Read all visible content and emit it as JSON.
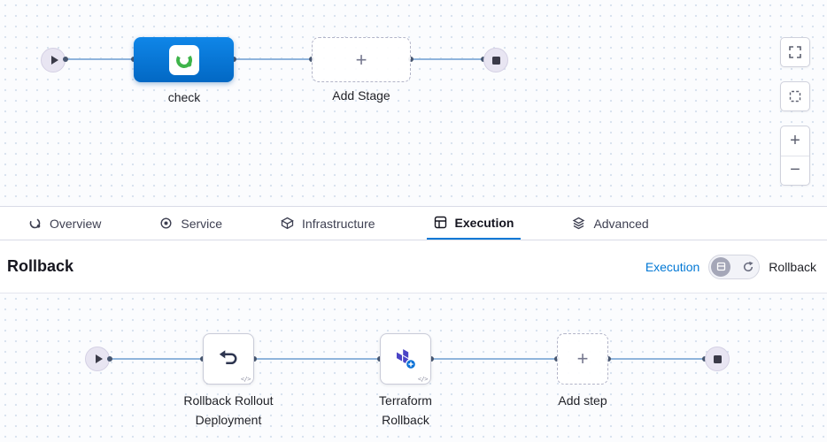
{
  "glyphs": {
    "plus": "+",
    "minus": "−",
    "code": "</>"
  },
  "top_canvas": {
    "stage_label": "check",
    "add_stage_label": "Add Stage"
  },
  "tabs": {
    "items": [
      {
        "label": "Overview"
      },
      {
        "label": "Service"
      },
      {
        "label": "Infrastructure"
      },
      {
        "label": "Execution"
      },
      {
        "label": "Advanced"
      }
    ],
    "active": "Execution"
  },
  "rollback_section": {
    "title": "Rollback",
    "execution_link": "Execution",
    "rollback_label": "Rollback"
  },
  "bottom_canvas": {
    "steps": [
      {
        "line1": "Rollback Rollout",
        "line2": "Deployment"
      },
      {
        "line1": "Terraform",
        "line2": "Rollback"
      }
    ],
    "add_step_label": "Add step"
  },
  "colors": {
    "accent_blue": "#0278d5",
    "stage_blue": "#0a7ddd",
    "harness_green": "#3eb44a",
    "terraform_purple": "#4a44c6",
    "edge_blue": "#8fb4dc"
  }
}
